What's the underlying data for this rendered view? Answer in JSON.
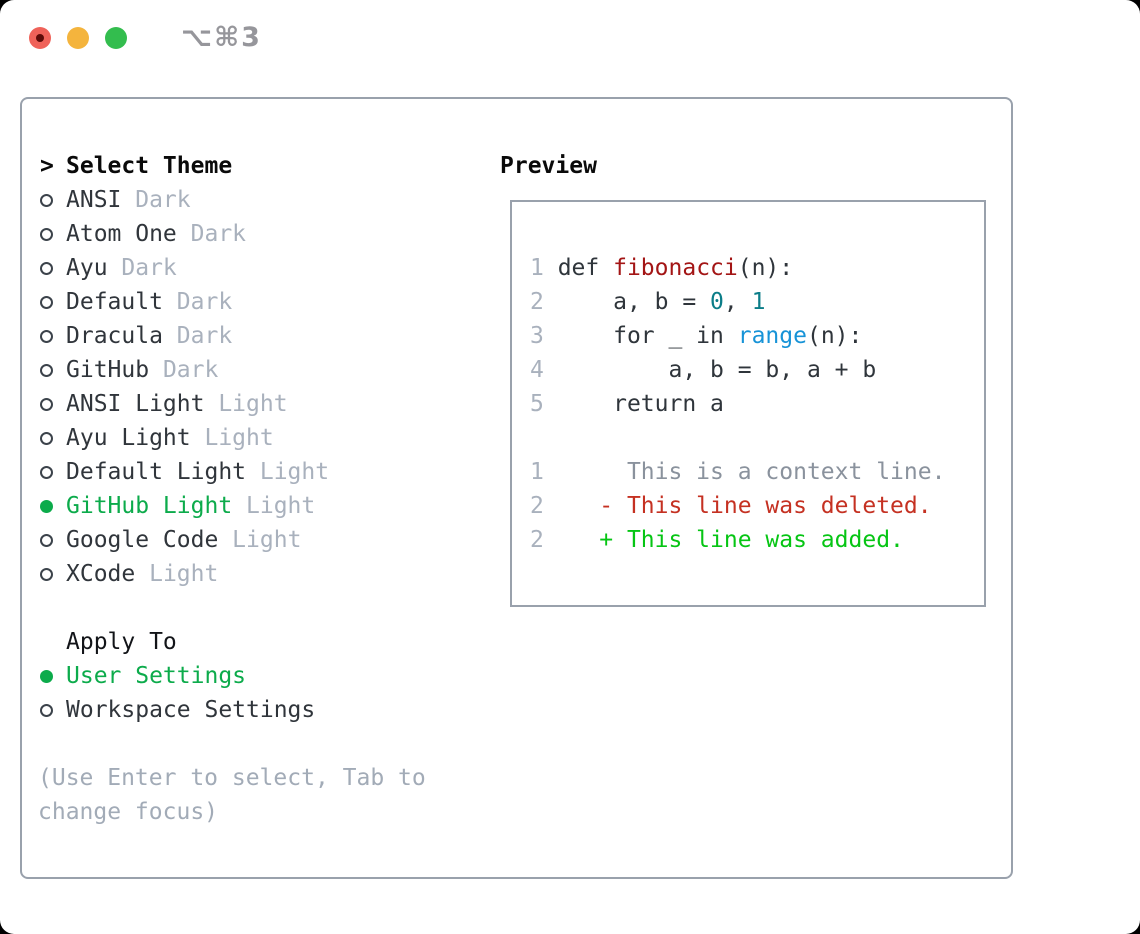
{
  "window": {
    "titlebar": {
      "shortcut": "⌥⌘3",
      "traffic_lights": [
        {
          "name": "close",
          "color": "#ef6259"
        },
        {
          "name": "minimize",
          "color": "#f4b43d"
        },
        {
          "name": "zoom",
          "color": "#33bd4e"
        }
      ]
    },
    "colors": {
      "panel_border": "#99a1ac",
      "accent_green": "#0cab4b",
      "added_green": "#06c514",
      "deleted_red": "#c53122",
      "function_red": "#a31515",
      "builtin_blue": "#1793d7",
      "number_teal": "#0b7d88",
      "muted_gray": "#a9b1bd",
      "text_dark": "#30353b"
    }
  },
  "theme_panel": {
    "header": {
      "prompt": ">",
      "label": "Select Theme"
    },
    "themes": [
      {
        "name": "ANSI",
        "variant": "Dark",
        "selected": false
      },
      {
        "name": "Atom One",
        "variant": "Dark",
        "selected": false
      },
      {
        "name": "Ayu",
        "variant": "Dark",
        "selected": false
      },
      {
        "name": "Default",
        "variant": "Dark",
        "selected": false
      },
      {
        "name": "Dracula",
        "variant": "Dark",
        "selected": false
      },
      {
        "name": "GitHub",
        "variant": "Dark",
        "selected": false
      },
      {
        "name": "ANSI Light",
        "variant": "Light",
        "selected": false
      },
      {
        "name": "Ayu Light",
        "variant": "Light",
        "selected": false
      },
      {
        "name": "Default Light",
        "variant": "Light",
        "selected": false
      },
      {
        "name": "GitHub Light",
        "variant": "Light",
        "selected": true
      },
      {
        "name": "Google Code",
        "variant": "Light",
        "selected": false
      },
      {
        "name": "XCode",
        "variant": "Light",
        "selected": false
      }
    ],
    "apply_to": {
      "label": "Apply To",
      "options": [
        {
          "name": "User Settings",
          "selected": true
        },
        {
          "name": "Workspace Settings",
          "selected": false
        }
      ]
    },
    "help_lines": [
      "(Use Enter to select, Tab to",
      "change focus)"
    ]
  },
  "preview": {
    "label": "Preview",
    "code_lines": [
      {
        "number": "1",
        "segments": [
          {
            "text": " def ",
            "style": "code"
          },
          {
            "text": "fibonacci",
            "style": "fn"
          },
          {
            "text": "(n):",
            "style": "code"
          }
        ]
      },
      {
        "number": "2",
        "segments": [
          {
            "text": "     a, b = ",
            "style": "code"
          },
          {
            "text": "0",
            "style": "num"
          },
          {
            "text": ", ",
            "style": "code"
          },
          {
            "text": "1",
            "style": "num"
          }
        ]
      },
      {
        "number": "3",
        "segments": [
          {
            "text": "     for _ in ",
            "style": "code"
          },
          {
            "text": "range",
            "style": "builtin"
          },
          {
            "text": "(n):",
            "style": "code"
          }
        ]
      },
      {
        "number": "4",
        "segments": [
          {
            "text": "         a, b = b, a + b",
            "style": "code"
          }
        ]
      },
      {
        "number": "5",
        "segments": [
          {
            "text": "     return a",
            "style": "code"
          }
        ]
      },
      {
        "number": "",
        "segments": []
      },
      {
        "number": "1",
        "segments": [
          {
            "text": "      This is a context line.",
            "style": "context"
          }
        ]
      },
      {
        "number": "2",
        "segments": [
          {
            "text": "    - This line was deleted.",
            "style": "del"
          }
        ]
      },
      {
        "number": "2",
        "segments": [
          {
            "text": "    + This line was added.",
            "style": "add"
          }
        ]
      }
    ]
  }
}
